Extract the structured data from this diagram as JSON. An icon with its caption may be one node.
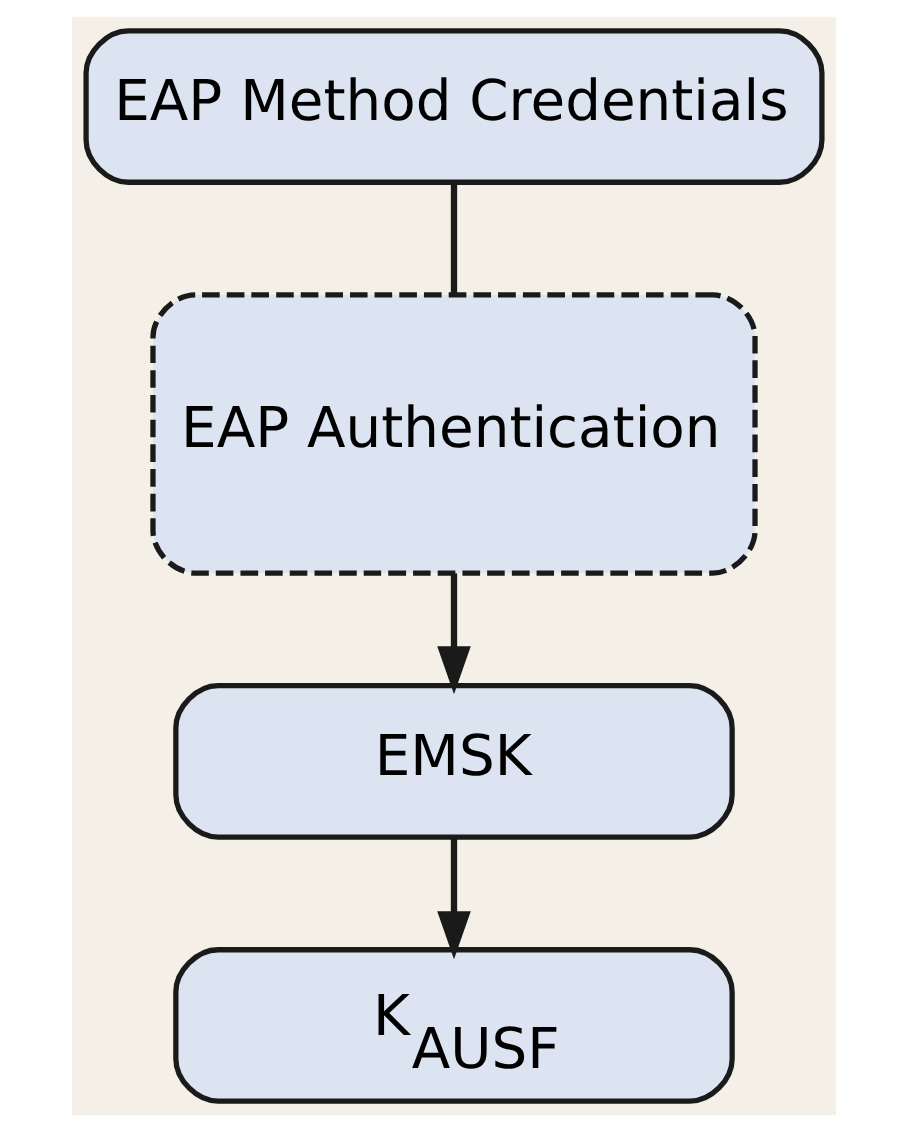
{
  "diagram": {
    "nodes": [
      {
        "text": [
          "EAP Method Credentials"
        ]
      },
      {
        "text": [
          "EAP Authentication"
        ]
      },
      {
        "text": [
          "EMSK"
        ]
      },
      {
        "text": [
          "K$_{AUSF}$"
        ]
      }
    ],
    "edges": [
      {
        "from": 0,
        "to": 1,
        "arrow": "none"
      },
      {
        "from": 1,
        "to": 2,
        "arrow": "to"
      },
      {
        "from": 2,
        "to": 3,
        "arrow": "to"
      }
    ]
  }
}
